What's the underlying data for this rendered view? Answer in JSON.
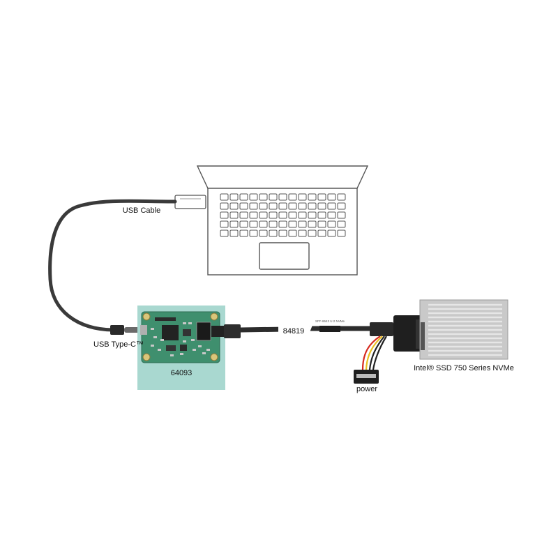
{
  "labels": {
    "usb_cable": "USB Cable",
    "usb_type_c": "USB Type-C™",
    "board_id": "64093",
    "cable_id": "84819",
    "cable_print": "SFF-8643 U.2 NVMe",
    "power": "power",
    "ssd_name": "Intel® SSD 750 Series NVMe"
  },
  "colors": {
    "outline": "#555555",
    "cable": "#3a3a3a",
    "board_bg": "#a9d8d0",
    "pcb": "#3f8f6e",
    "ssd_body": "#c9c9c9",
    "ssd_fin": "#dcdcdc",
    "wire_red": "#d62a1f",
    "wire_yellow": "#e9c020",
    "wire_black": "#222222"
  }
}
